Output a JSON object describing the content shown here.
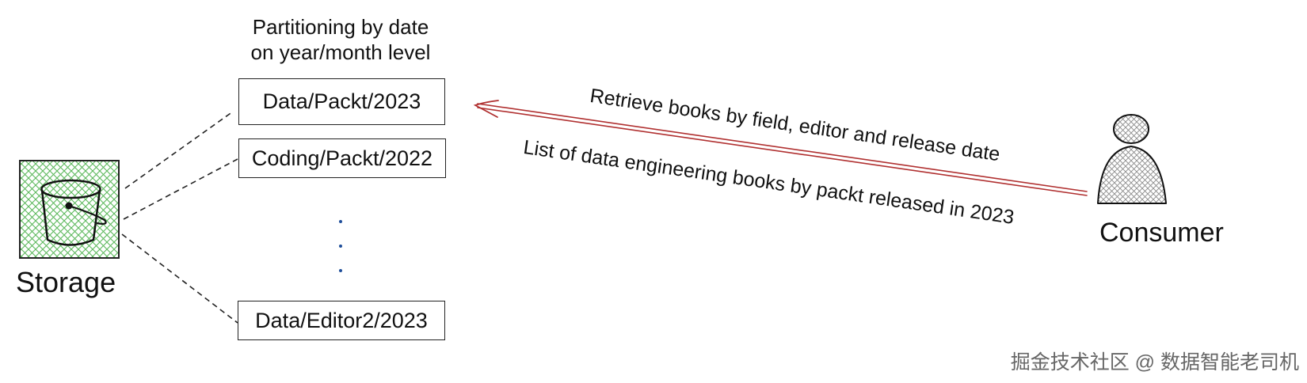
{
  "heading": {
    "line1": "Partitioning by date",
    "line2": "on year/month level"
  },
  "storage": {
    "label": "Storage",
    "icon": "bucket-icon",
    "fill_color": "#5cb85c"
  },
  "partitions": [
    "Data/Packt/2023",
    "Coding/Packt/2022",
    "Data/Editor2/2023"
  ],
  "ellipsis_dots": 3,
  "consumer": {
    "label": "Consumer",
    "icon": "person-icon"
  },
  "request": {
    "text": "Retrieve books by field, editor and release date",
    "color": "#b03030"
  },
  "response": {
    "text": "List of data engineering books by packt released in 2023"
  },
  "watermark": "掘金技术社区 @ 数据智能老司机"
}
